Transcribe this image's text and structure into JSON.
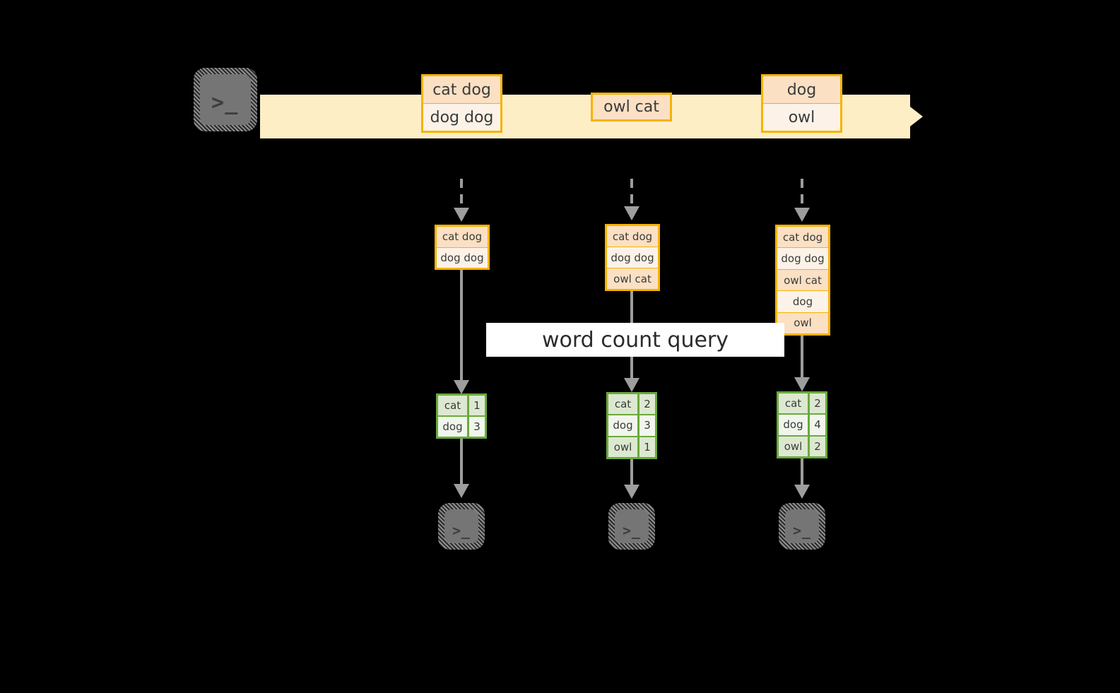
{
  "colors": {
    "stream_band": "#fdeec6",
    "event_border": "#f5b301",
    "event_fill_dark": "#fbe0c3",
    "event_fill_light": "#fdf2e7",
    "table_border": "#6aaa3c",
    "table_fill_dark": "#dde8d1",
    "table_fill_light": "#f1f6ec",
    "arrow_gray": "#9d9d9d",
    "terminal_gray": "#757575",
    "label_bg": "#ffffff",
    "background": "#000000"
  },
  "producer": {
    "icon": "terminal-icon",
    "glyph": ">_"
  },
  "stream": {
    "name": "event-stream",
    "events": [
      {
        "lines": [
          "cat dog",
          "dog dog"
        ]
      },
      {
        "lines": [
          "owl cat"
        ]
      },
      {
        "lines": [
          "dog",
          "owl"
        ]
      }
    ]
  },
  "query_label": "word count query",
  "snapshots": [
    {
      "name": "snapshot-1",
      "log": [
        "cat dog",
        "dog dog"
      ],
      "counts": [
        {
          "word": "cat",
          "count": "1"
        },
        {
          "word": "dog",
          "count": "3"
        }
      ],
      "consumer_glyph": ">_"
    },
    {
      "name": "snapshot-2",
      "log": [
        "cat dog",
        "dog dog",
        "owl cat"
      ],
      "counts": [
        {
          "word": "cat",
          "count": "2"
        },
        {
          "word": "dog",
          "count": "3"
        },
        {
          "word": "owl",
          "count": "1"
        }
      ],
      "consumer_glyph": ">_"
    },
    {
      "name": "snapshot-3",
      "log": [
        "cat dog",
        "dog dog",
        "owl cat",
        "dog",
        "owl"
      ],
      "counts": [
        {
          "word": "cat",
          "count": "2"
        },
        {
          "word": "dog",
          "count": "4"
        },
        {
          "word": "owl",
          "count": "2"
        }
      ],
      "consumer_glyph": ">_"
    }
  ]
}
